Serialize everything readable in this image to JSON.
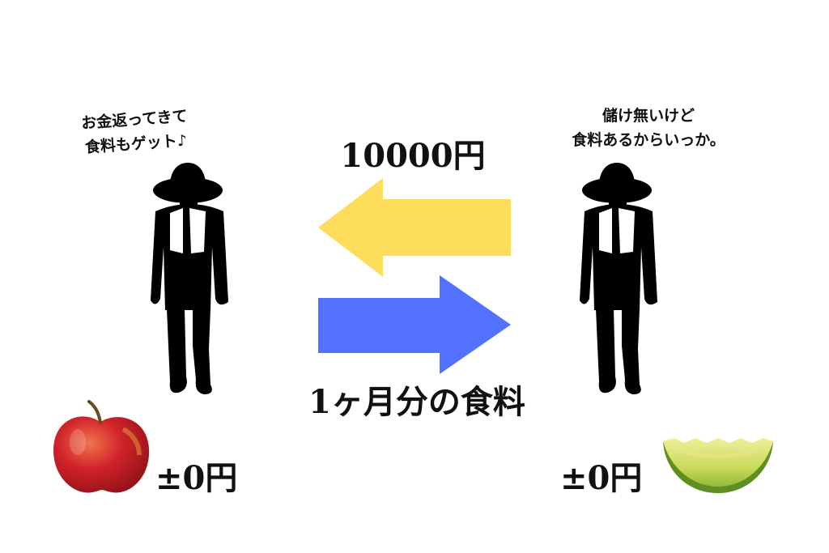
{
  "left_person": {
    "speech_line1": "お金返ってきて",
    "speech_line2": "食料もゲット♪",
    "balance": "±0円",
    "item_icon": "apple-icon"
  },
  "right_person": {
    "speech_line1": "儲け無いけど",
    "speech_line2": "食料あるからいっか。",
    "balance": "±0円",
    "item_icon": "melon-slice-icon"
  },
  "flows": {
    "money_label": "10000円",
    "money_arrow_color": "#FFDD5C",
    "goods_label": "1ヶ月分の食料",
    "goods_arrow_color": "#5271FF"
  }
}
